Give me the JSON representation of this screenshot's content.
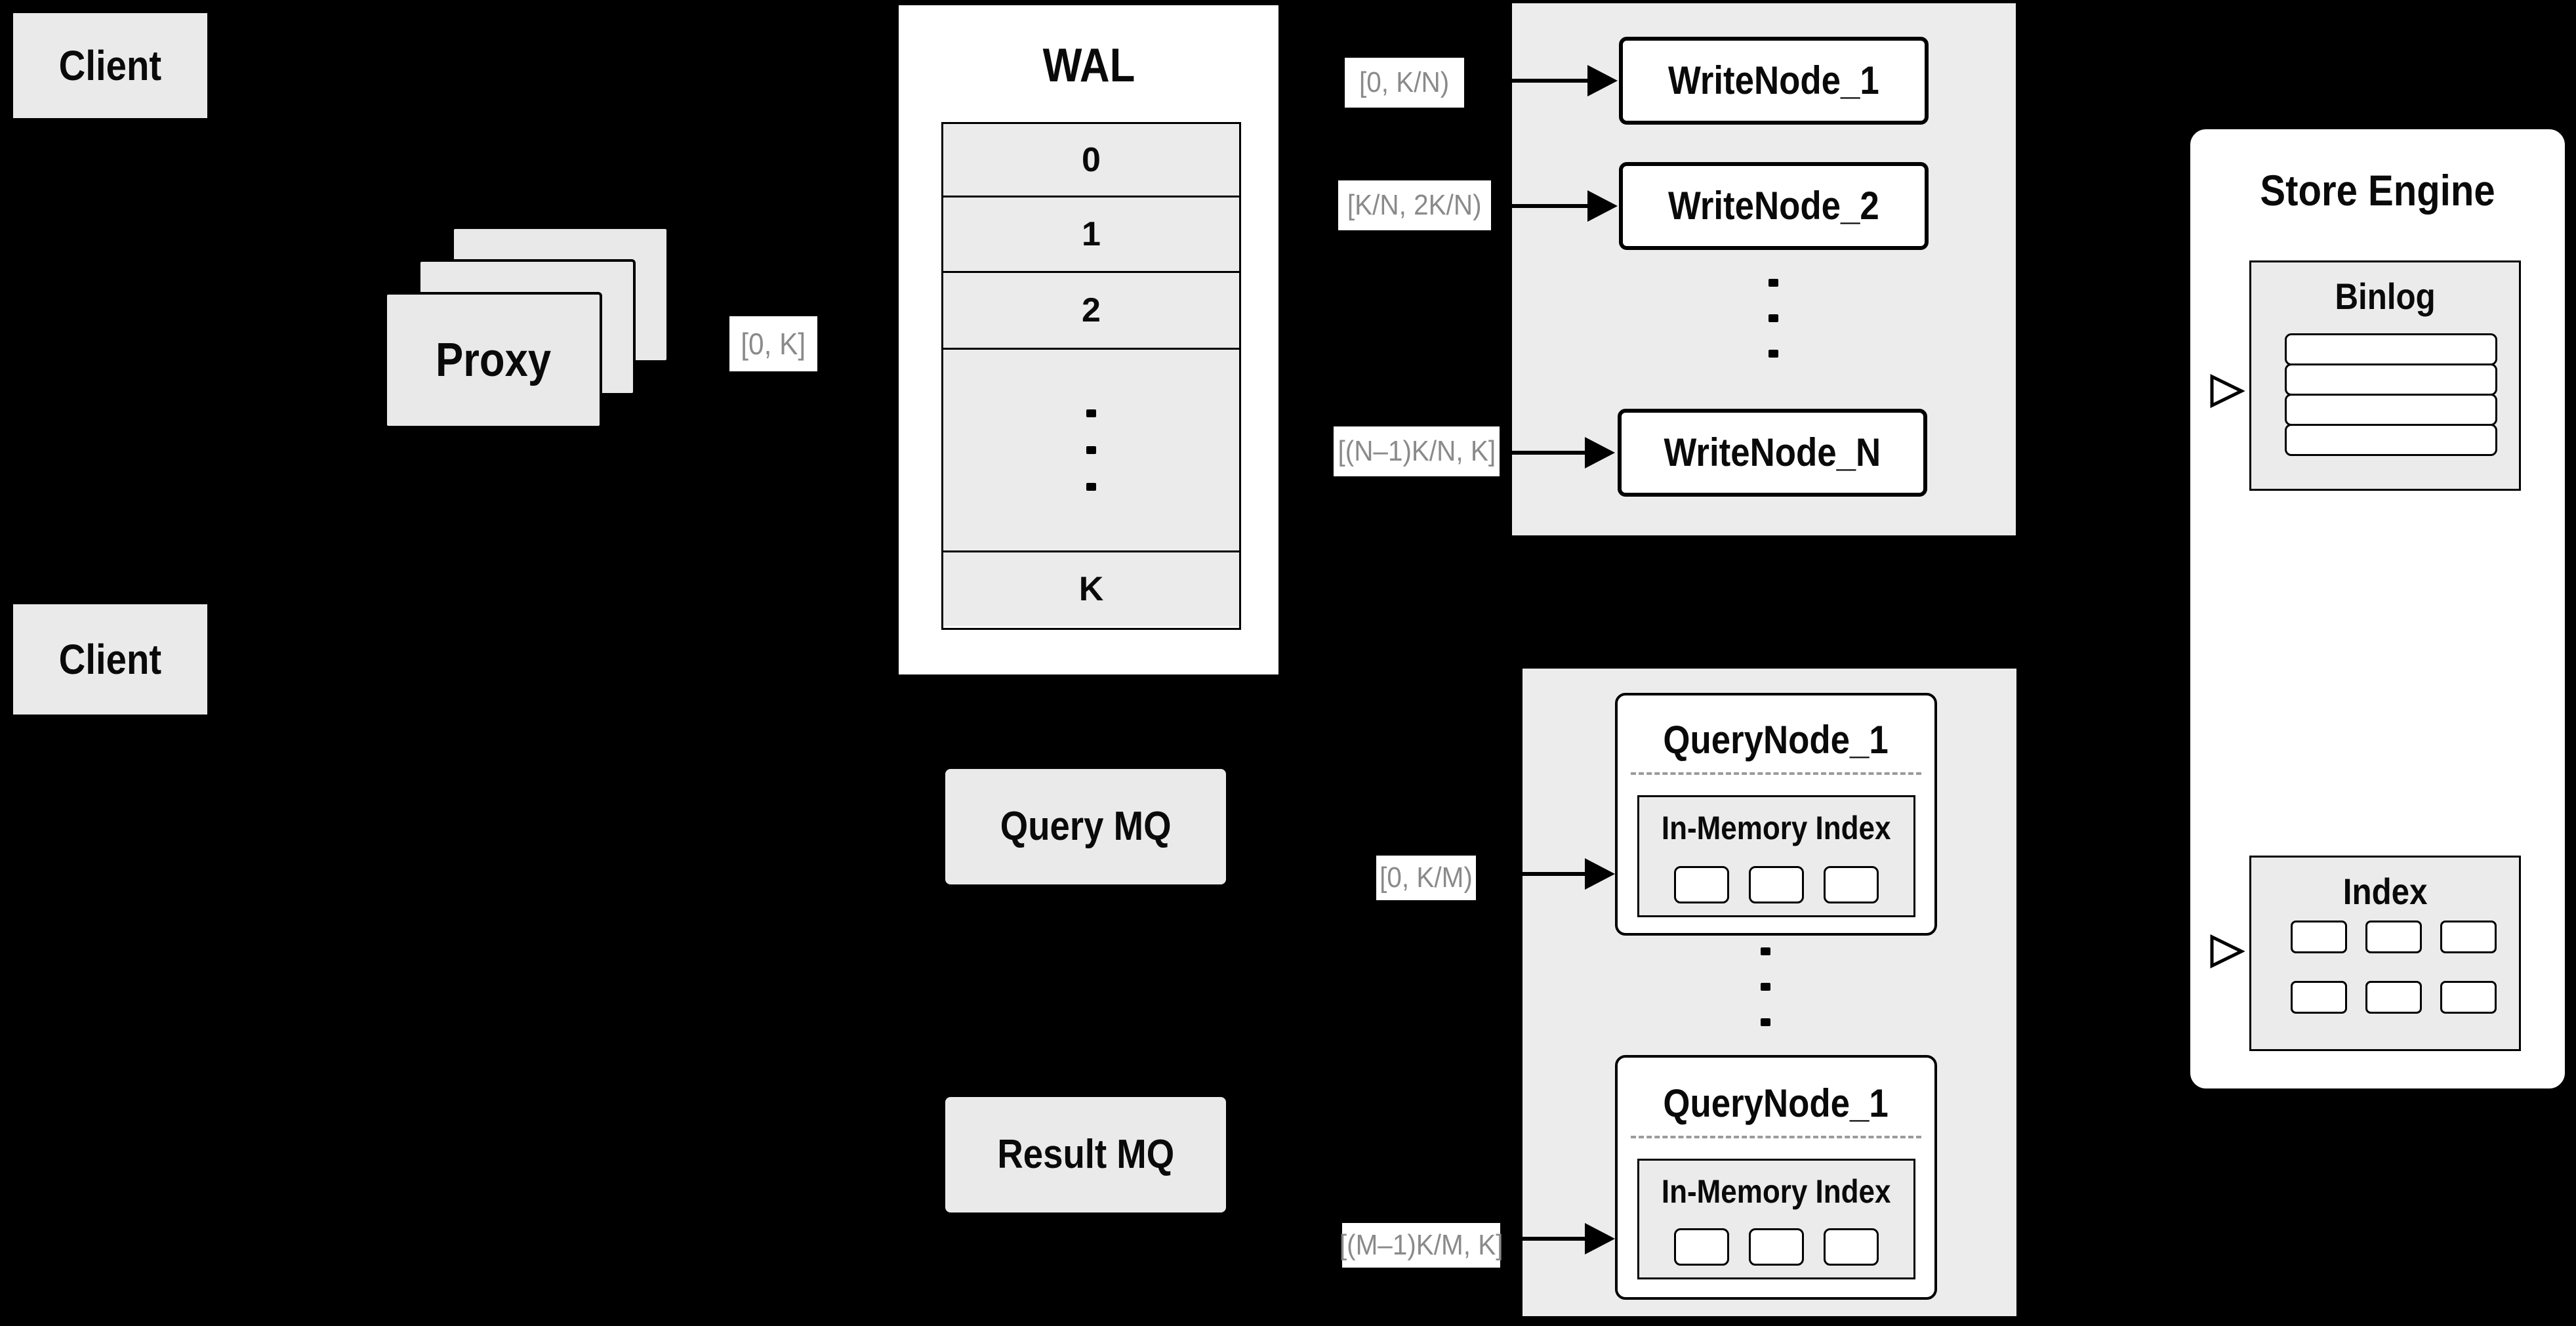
{
  "clients": {
    "top_label": "Client",
    "bottom_label": "Client"
  },
  "proxy": {
    "label": "Proxy",
    "range": "[0, K]"
  },
  "wal": {
    "title": "WAL",
    "segments": [
      "0",
      "1",
      "2"
    ],
    "last_segment": "K"
  },
  "write": {
    "ranges": [
      "[0,  K/N)",
      "[K/N, 2K/N)",
      "[(N–1)K/N,  K]"
    ],
    "nodes": [
      "WriteNode_1",
      "WriteNode_2",
      "WriteNode_N"
    ]
  },
  "mq": {
    "query_label": "Query MQ",
    "result_label": "Result MQ"
  },
  "query": {
    "ranges": [
      "[0, K/M)",
      "[(M–1)K/M, K]"
    ],
    "nodes": [
      {
        "title": "QueryNode_1",
        "index_title": "In-Memory Index"
      },
      {
        "title": "QueryNode_1",
        "index_title": "In-Memory Index"
      }
    ]
  },
  "store": {
    "title": "Store Engine",
    "binlog_title": "Binlog",
    "index_title": "Index",
    "binlog_rows": 4,
    "index_cells": 6
  },
  "colors": {
    "background": "#000000",
    "panel_gray": "#ececec",
    "box_gray": "#eaeaea",
    "white": "#ffffff",
    "border": "#000000",
    "range_text": "#8a8a8a",
    "dashed_divider": "#9b9b9b"
  }
}
